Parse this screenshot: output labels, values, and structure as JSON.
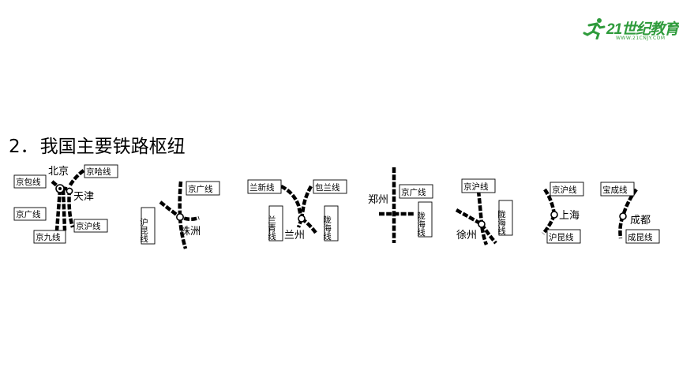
{
  "logo": {
    "brand": "21世纪教育",
    "sub": "WWW.21CNJY.COM",
    "brand_color": "#2f9b3c"
  },
  "heading": {
    "number": "2．",
    "title": "我国主要铁路枢纽"
  },
  "hubs": [
    {
      "city": "北京",
      "city2": "天津",
      "lines": [
        "京包线",
        "京哈线",
        "京广线",
        "京沪线",
        "京九线"
      ]
    },
    {
      "city": "株洲",
      "lines": [
        "京广线",
        "沪昆线"
      ]
    },
    {
      "city": "兰州",
      "lines": [
        "兰新线",
        "包兰线",
        "兰青线",
        "陇海线"
      ]
    },
    {
      "city": "郑州",
      "lines": [
        "京广线",
        "陇海线"
      ]
    },
    {
      "city": "徐州",
      "lines": [
        "京沪线",
        "陇海线"
      ]
    },
    {
      "city": "上海",
      "lines": [
        "京沪线",
        "沪昆线"
      ]
    },
    {
      "city": "成都",
      "lines": [
        "宝成线",
        "成昆线"
      ]
    }
  ]
}
